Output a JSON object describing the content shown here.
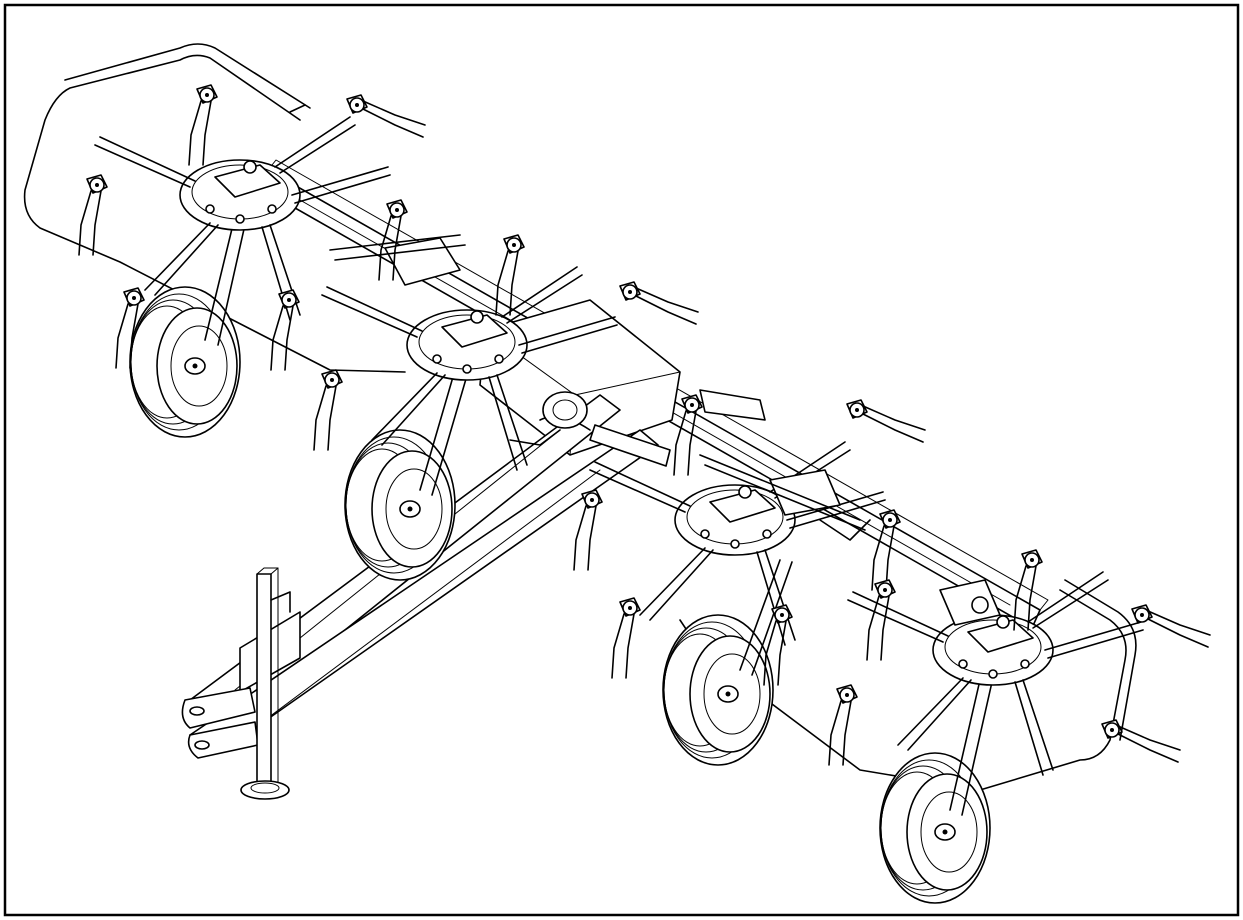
{
  "figure": {
    "border_color": "#000000",
    "background": "#ffffff",
    "line_color": "#000000",
    "components": {
      "rotor_count": 4,
      "wheel_count": 4,
      "has_parking_jack": true,
      "has_drawbar_hitch": true,
      "has_hydraulic_cylinder": true,
      "has_hoop_guards": 2
    }
  }
}
